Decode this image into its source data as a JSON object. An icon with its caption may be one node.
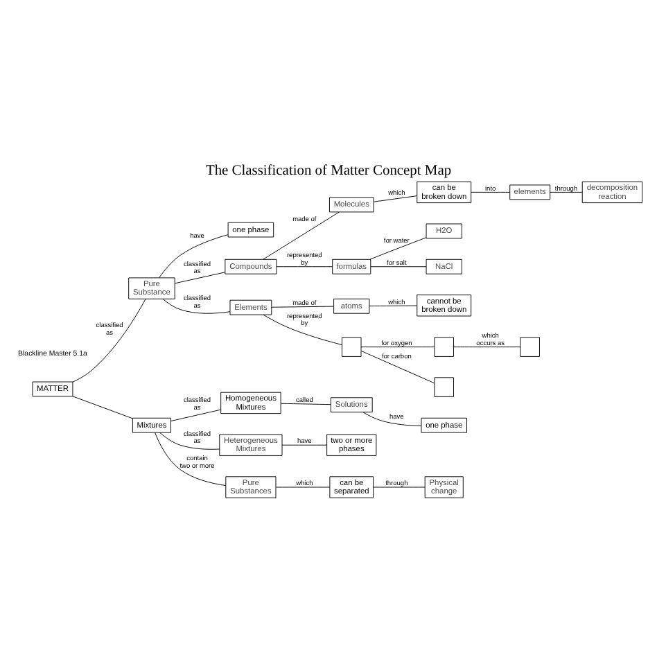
{
  "diagram": {
    "title": "The Classification of Matter Concept Map",
    "nodes": [
      {
        "text": [
          "MATTER"
        ]
      },
      {
        "text": [
          "Pure Substance"
        ]
      },
      {
        "text": [
          "one phase"
        ]
      },
      {
        "text": [
          "Compounds"
        ]
      },
      {
        "text": [
          "Molecules"
        ]
      },
      {
        "text": [
          "can be broken down"
        ]
      },
      {
        "text": [
          "elements"
        ]
      },
      {
        "text": [
          "decomposition reaction"
        ]
      },
      {
        "text": [
          "formulas"
        ]
      },
      {
        "text": [
          "H2O"
        ]
      },
      {
        "text": [
          "NaCl"
        ]
      },
      {
        "text": [
          "Elements"
        ]
      },
      {
        "text": [
          "atoms"
        ]
      },
      {
        "text": [
          "cannot be broken down"
        ]
      },
      {
        "text": [],
        "shape": "box"
      },
      {
        "text": [],
        "shape": "box"
      },
      {
        "text": [],
        "shape": "box"
      },
      {
        "text": [],
        "shape": "box"
      },
      {
        "text": [
          "Mixtures"
        ]
      },
      {
        "text": [
          "Homogeneous Mixtures"
        ]
      },
      {
        "text": [
          "Solutions"
        ]
      },
      {
        "text": [
          "one phase"
        ]
      },
      {
        "text": [
          "Heterogeneous Mixtures"
        ]
      },
      {
        "text": [
          "two or more phases"
        ]
      },
      {
        "text": [
          "Pure Substances"
        ]
      },
      {
        "text": [
          "can be separated"
        ]
      },
      {
        "text": [
          "Physical change"
        ]
      }
    ],
    "edges": [
      {
        "from": 0,
        "to": 1,
        "arrow": "none",
        "label": "classified as"
      },
      {
        "from": 0,
        "to": 18,
        "arrow": "none"
      },
      {
        "from": 1,
        "to": 2,
        "arrow": "none",
        "label": "have"
      },
      {
        "from": 1,
        "to": 3,
        "arrow": "none",
        "label": "classified as"
      },
      {
        "from": 1,
        "to": 11,
        "arrow": "none",
        "label": "classified as"
      },
      {
        "from": 3,
        "to": 4,
        "arrow": "none",
        "label": "made of"
      },
      {
        "from": 4,
        "to": 5,
        "arrow": "none",
        "label": "which"
      },
      {
        "from": 5,
        "to": 6,
        "arrow": "none",
        "label": "into"
      },
      {
        "from": 6,
        "to": 7,
        "arrow": "none",
        "label": "through"
      },
      {
        "from": 3,
        "to": 8,
        "arrow": "none",
        "label": "represented by"
      },
      {
        "from": 8,
        "to": 9,
        "arrow": "none",
        "label": "for water"
      },
      {
        "from": 8,
        "to": 10,
        "arrow": "none",
        "label": "for salt"
      },
      {
        "from": 11,
        "to": 12,
        "arrow": "none",
        "label": "made of"
      },
      {
        "from": 12,
        "to": 13,
        "arrow": "none",
        "label": "which"
      },
      {
        "from": 11,
        "to": 14,
        "arrow": "none",
        "label": "represented by"
      },
      {
        "from": 14,
        "to": 15,
        "arrow": "none",
        "label": "for oxygen"
      },
      {
        "from": 14,
        "to": 16,
        "arrow": "none",
        "label": "for carbon"
      },
      {
        "from": 15,
        "to": 17,
        "arrow": "none",
        "label": "which occurs as"
      },
      {
        "from": 18,
        "to": 19,
        "arrow": "none",
        "label": "classified as"
      },
      {
        "from": 19,
        "to": 20,
        "arrow": "none",
        "label": "called"
      },
      {
        "from": 20,
        "to": 21,
        "arrow": "none",
        "label": "have"
      },
      {
        "from": 18,
        "to": 22,
        "arrow": "none",
        "label": "classified as"
      },
      {
        "from": 22,
        "to": 23,
        "arrow": "none",
        "label": "have"
      },
      {
        "from": 18,
        "to": 24,
        "arrow": "none",
        "label": "contain two or more"
      },
      {
        "from": 24,
        "to": 25,
        "arrow": "none",
        "label": "which"
      },
      {
        "from": 25,
        "to": 26,
        "arrow": "none",
        "label": "through"
      }
    ],
    "labels": [
      "Blackline Master 5.1a"
    ]
  }
}
